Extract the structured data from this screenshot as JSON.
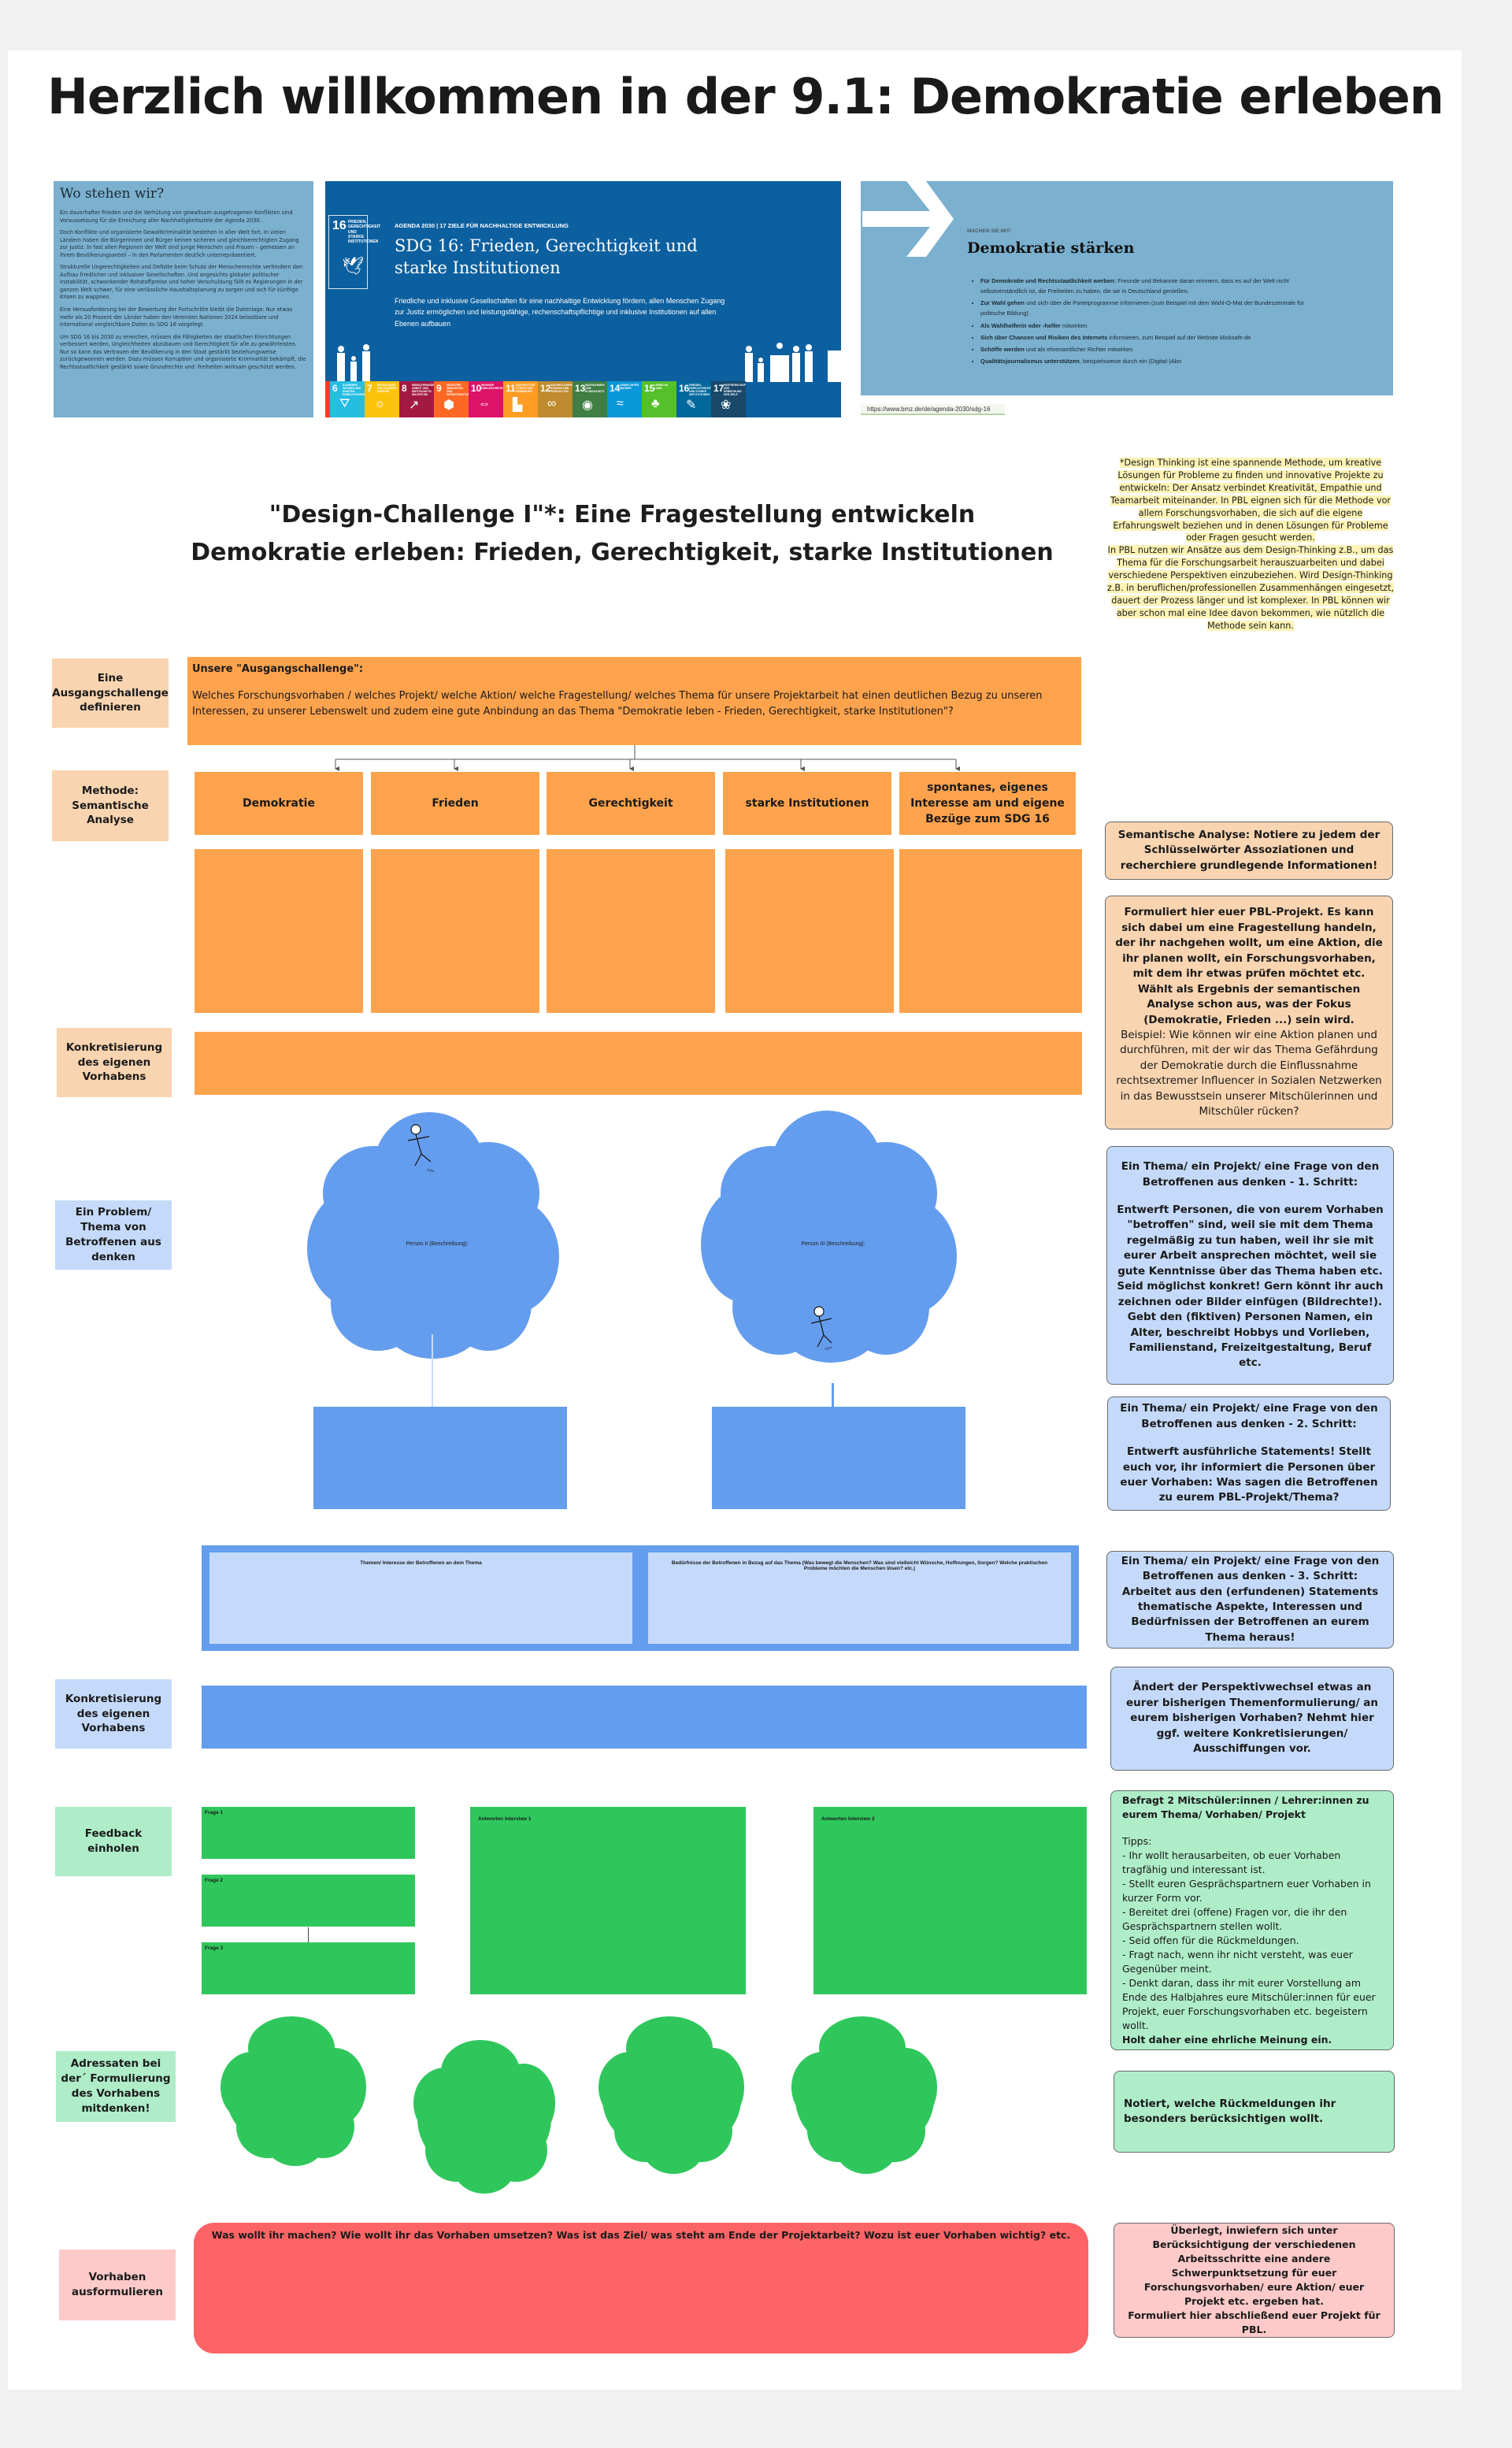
{
  "page_title": "Herzlich willkommen in der 9.1: Demokratie erleben",
  "where_we_stand": {
    "heading": "Wo stehen wir?",
    "paragraphs": [
      "Ein dauerhafter Frieden und die Verhütung von gewaltsam ausgetragenen Konflikten sind Voraussetzung für die Erreichung aller Nachhaltigkeitsziele der Agenda 2030.",
      "Doch Konflikte und organisierte Gewaltkriminalität bestehen in aller Welt fort. In vielen Ländern haben die Bürgerinnen und Bürger keinen sicheren und gleichberechtigten Zugang zur Justiz. In fast allen Regionen der Welt sind junge Menschen und Frauen – gemessen an ihrem Bevölkerungsanteil – in den Parlamenten deutlich unterrepräsentiert.",
      "Strukturelle Ungerechtigkeiten und Defizite beim Schutz der Menschenrechte verhindern den Aufbau friedlicher und inklusiver Gesellschaften. Und angesichts globaler politischer Instabilität, schwankender Rohstoffpreise und hoher Verschuldung fällt es Regierungen in der ganzen Welt schwer, für eine verlässliche Haushaltsplanung zu sorgen und sich für künftige Krisen zu wappnen.",
      "Eine Herausforderung bei der Bewertung der Fortschritte bleibt die Datenlage: Nur etwas mehr als 20 Prozent der Länder haben den Vereinten Nationen 2024 belastbare und international vergleichbare Daten zu SDG 16 vorgelegt.",
      "Um SDG 16 bis 2030 zu erreichen, müssen die Fähigkeiten der staatlichen Einrichtungen verbessert werden, Ungleichheiten abzubauen und Gerechtigkeit für alle zu gewährleisten. Nur so kann das Vertrauen der Bevölkerung in den Staat gestärkt beziehungsweise zurückgewonnen werden. Dazu müssen Korruption und organisierte Kriminalität bekämpft, die Rechtsstaatlichkeit gestärkt sowie Grundrechte und -freiheiten wirksam geschützt werden."
    ]
  },
  "sdg_banner": {
    "badge_number": "16",
    "badge_label": "FRIEDEN, GERECHTIGKEIT UND STARKE INSTITUTIONEN",
    "kicker": "AGENDA 2030 | 17 ZIELE FÜR NACHHALTIGE ENTWICKLUNG",
    "headline": "SDG 16: Frieden, Gerechtigkeit und starke Institutionen",
    "description": "Friedliche und inklusive Gesellschaften für eine nachhaltige Entwicklung fördern, allen Menschen Zugang zur Justiz ermöglichen und leistungsfähige, rechenschaftspflichtige und inklusive Institutionen auf allen Ebenen aufbauen",
    "tiles": [
      {
        "n": "6",
        "t": "SAUBERES WASSER UND SANITÄR-EINRICHTUNGEN",
        "color": "#26bde2",
        "glyph": "⛛"
      },
      {
        "n": "7",
        "t": "BEZAHLBARE UND SAUBERE ENERGIE",
        "color": "#fcc30b",
        "glyph": "☼"
      },
      {
        "n": "8",
        "t": "MENSCHENWÜRDIGE ARBEIT UND WIRTSCHAFTS-WACHSTUM",
        "color": "#a21942",
        "glyph": "↗"
      },
      {
        "n": "9",
        "t": "INDUSTRIE, INNOVATION UND INFRASTRUKTUR",
        "color": "#fd6925",
        "glyph": "⬢"
      },
      {
        "n": "10",
        "t": "WENIGER UNGLEICHHEITEN",
        "color": "#dd1367",
        "glyph": "⇔"
      },
      {
        "n": "11",
        "t": "NACHHALTIGE STÄDTE UND GEMEINDEN",
        "color": "#fd9d24",
        "glyph": "▙"
      },
      {
        "n": "12",
        "t": "NACHHALTIGE/R KONSUM UND PRODUKTION",
        "color": "#bf8b2e",
        "glyph": "∞"
      },
      {
        "n": "13",
        "t": "MASSNAHMEN ZUM KLIMASCHUTZ",
        "color": "#3f7e44",
        "glyph": "◉"
      },
      {
        "n": "14",
        "t": "LEBEN UNTER WASSER",
        "color": "#0a97d9",
        "glyph": "≈"
      },
      {
        "n": "15",
        "t": "LEBEN AN LAND",
        "color": "#56c02b",
        "glyph": "♣"
      },
      {
        "n": "16",
        "t": "FRIEDEN, GERECHTIGKEIT UND STARKE INSTITUTIONEN",
        "color": "#00689d",
        "glyph": "✎"
      },
      {
        "n": "17",
        "t": "PARTNERSCHAFTEN ZUR ERREICHUNG DER ZIELE",
        "color": "#19486a",
        "glyph": "❀"
      }
    ]
  },
  "democracy_panel": {
    "kicker": "MACHEN SIE MIT!",
    "heading": "Demokratie stärken",
    "items": [
      {
        "bold": "Für Demokratie und Rechtsstaatlichkeit werben:",
        "text": " Freunde und Bekannte daran erinnern, dass es auf der Welt nicht selbstverständlich ist, die Freiheiten zu haben, die wir in Deutschland genießen."
      },
      {
        "bold": "Zur Wahl gehen",
        "text": " und sich über die Parteiprogramme informieren (zum Beispiel mit dem Wahl-O-Mat der Bundeszentrale für politische Bildung)"
      },
      {
        "bold": "Als Wahlhelferin oder -helfer",
        "text": " mitwirken"
      },
      {
        "bold": "Sich über Chancen und Risiken des Internets",
        "text": " informieren, zum Beispiel auf der Website klicksafe.de"
      },
      {
        "bold": "Schöffe werden",
        "text": " und als ehrenamtlicher Richter mitwirken"
      },
      {
        "bold": "Qualitätsjournalismus unterstützen",
        "text": ", beispielsweise durch ein (Digital-)Abo"
      }
    ],
    "source_url": "https://www.bmz.de/de/agenda-2030/sdg-16"
  },
  "challenge_title": {
    "line1": "\"Design-Challenge I\"*: Eine Fragestellung entwickeln",
    "line2": "Demokratie erleben: Frieden, Gerechtigkeit, starke Institutionen"
  },
  "design_thinking_note": {
    "p1": "*Design Thinking ist eine spannende Methode, um kreative Lösungen für Probleme zu finden und innovative Projekte zu entwickeln: Der Ansatz verbindet Kreativität, Empathie und Teamarbeit miteinander. In PBL eignen sich für die Methode vor allem Forschungsvorhaben, die sich auf die eigene Erfahrungswelt beziehen und in denen Lösungen für Probleme oder Fragen gesucht werden.",
    "p2": "In PBL nutzen wir Ansätze aus dem Design-Thinking z.B., um das Thema für die Forschungsarbeit herauszuarbeiten und dabei verschiedene Perspektiven einzubeziehen. Wird Design-Thinking z.B. in beruflichen/professionellen Zusammenhängen eingesetzt, dauert der Prozess länger und ist komplexer. In PBL können wir aber schon mal eine Idee davon bekommen, wie nützlich die Methode sein kann."
  },
  "row_labels": {
    "define": "Eine Ausgangschallenge definieren",
    "method": "Methode: Semantische Analyse",
    "concretize1": "Konkretisierung des eigenen Vorhabens",
    "problem": "Ein Problem/ Thema von Betroffenen aus denken",
    "concretize2": "Konkretisierung des eigenen Vorhabens",
    "feedback": "Feedback einholen",
    "addressees": "Adressaten bei der´ Formulierung des Vorhabens mitdenken!",
    "formulate": "Vorhaben ausformulieren"
  },
  "start_challenge": {
    "heading": "Unsere \"Ausgangschallenge\":",
    "text": "Welches Forschungsvorhaben / welches Projekt/ welche Aktion/ welche Fragestellung/ welches Thema für unsere Projektarbeit hat einen deutlichen Bezug zu unseren Interessen, zu unserer Lebenswelt und zudem eine gute Anbindung an das Thema \"Demokratie leben - Frieden, Gerechtigkeit, starke Institutionen\"?"
  },
  "categories": [
    "Demokratie",
    "Frieden",
    "Gerechtigkeit",
    "starke Institutionen",
    "spontanes, eigenes Interesse am und eigene Bezüge zum SDG 16"
  ],
  "personas": [
    {
      "label": "Person II (Beschreibung):",
      "actor": "Actor"
    },
    {
      "label": "Person III (Beschreibung):",
      "actor": "Actor"
    }
  ],
  "stakeholder_table": {
    "col1": "Themen/ Interesse der Betroffenen an dem Thema",
    "col2": "Bedürfnisse der Betroffenen in Bezug auf das Thema (Was bewegt die Menschen? Was sind vielleicht Wünsche, Hoffnungen, Sorgen? Welche praktischen Probleme möchten die Menschen lösen? etc.)"
  },
  "feedback": {
    "questions": [
      "Frage 1",
      "Frage 2",
      "Frage 3"
    ],
    "answers": [
      "Antworten Interview 1",
      "Antworten Interview 2"
    ]
  },
  "final_box": {
    "text": "Was wollt ihr machen? Wie wollt ihr das Vorhaben umsetzen? Was ist das Ziel/ was steht am Ende der Projektarbeit? Wozu ist euer Vorhaben wichtig? etc."
  },
  "hints": {
    "semantic": "Semantische Analyse: Notiere zu jedem der Schlüsselwörter Assoziationen und recherchiere grundlegende Informationen!",
    "pbl_bold": "Formuliert hier euer PBL-Projekt. Es kann sich dabei um eine Fragestellung handeln, der ihr nachgehen wollt, um eine Aktion, die ihr planen wollt, ein Forschungsvorhaben, mit dem ihr etwas prüfen möchtet etc. Wählt als Ergebnis der semantischen Analyse schon aus, was der Fokus (Demokratie, Frieden ...) sein wird.",
    "pbl_example": "Beispiel: Wie können wir eine Aktion planen und durchführen, mit der wir das Thema Gefährdung der Demokratie durch die Einflussnahme rechtsextremer Influencer in Sozialen Netzwerken in das Bewusstsein unserer Mitschülerinnen und Mitschüler rücken?",
    "step1_head": "Ein Thema/ ein Projekt/ eine Frage von den Betroffenen aus denken - 1. Schritt:",
    "step1_body": "Entwerft  Personen, die von eurem Vorhaben \"betroffen\" sind, weil sie mit dem Thema regelmäßig zu tun haben, weil ihr sie mit eurer Arbeit ansprechen möchtet, weil sie gute Kenntnisse über das Thema haben etc. Seid möglichst konkret! Gern könnt ihr auch zeichnen oder Bilder einfügen (Bildrechte!). Gebt den (fiktiven) Personen Namen, ein Alter, beschreibt Hobbys und Vorlieben, Familienstand, Freizeitgestaltung, Beruf etc.",
    "step2_head": "Ein Thema/ ein Projekt/ eine Frage von den Betroffenen aus denken - 2. Schritt:",
    "step2_body": "Entwerft ausführliche Statements! Stellt euch vor, ihr informiert die Personen über euer Vorhaben: Was sagen die Betroffenen zu eurem PBL-Projekt/Thema?",
    "step3": "Ein Thema/ ein Projekt/ eine Frage von den Betroffenen aus denken - 3. Schritt: Arbeitet aus den (erfundenen) Statements thematische Aspekte, Interessen und Bedürfnissen der Betroffenen an eurem Thema heraus!",
    "perspective": "Ändert der Perspektivwechsel etwas an eurer bisherigen Themenformulierung/ an eurem bisherigen Vorhaben? Nehmt hier ggf. weitere Konkretisierungen/ Ausschiffungen vor.",
    "interview_head": "Befragt 2 Mitschüler:innen / Lehrer:innen zu eurem Thema/ Vorhaben/ Projekt",
    "tips_label": "Tipps:",
    "tips": [
      "- Ihr wollt herausarbeiten, ob euer Vorhaben tragfähig und interessant ist.",
      "- Stellt euren Gesprächspartnern euer Vorhaben in kurzer Form vor.",
      "- Bereitet drei (offene) Fragen vor, die ihr den Gesprächspartnern stellen wollt.",
      "- Seid offen für die Rückmeldungen.",
      "- Fragt nach, wenn ihr nicht versteht, was euer Gegenüber meint.",
      "- Denkt daran, dass ihr mit eurer Vorstellung am Ende des Halbjahres eure Mitschüler:innen für euer Projekt, euer Forschungsvorhaben etc. begeistern wollt."
    ],
    "tips_bold_end": "Holt daher eine ehrliche Meinung ein.",
    "note_feedback": "Notiert, welche Rückmeldungen ihr besonders berücksichtigen wollt.",
    "final_l1": "Überlegt, inwiefern sich unter Berücksichtigung der verschiedenen Arbeitsschritte eine andere Schwerpunktsetzung für euer Forschungsvorhaben/ eure Aktion/ euer Projekt etc. ergeben hat.",
    "final_l2": "Formuliert hier abschließend euer Projekt für PBL."
  },
  "colors": {
    "orange": "#fea34d",
    "peach": "#f8d4b0",
    "blue": "#649dee",
    "light_blue": "#c5dafa",
    "green": "#2fc75c",
    "light_green": "#aeedc8",
    "red": "#fd6466",
    "pink": "#fdc9c9"
  }
}
